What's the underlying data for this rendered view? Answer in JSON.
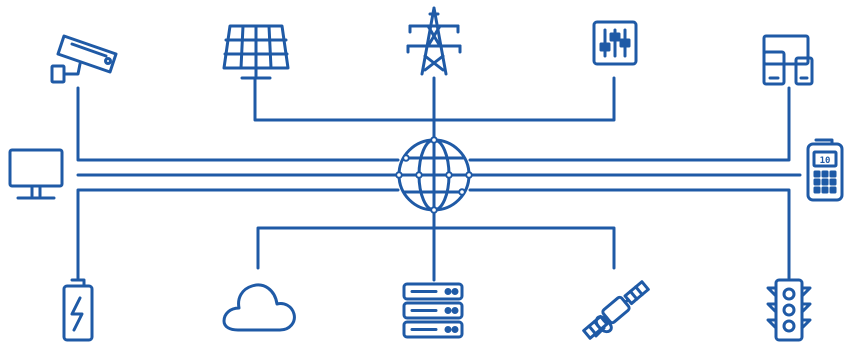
{
  "theme": {
    "primary": "#1f5aa6",
    "background": "#ffffff"
  },
  "hub": {
    "icon": "globe-icon"
  },
  "nodes": [
    {
      "id": "cctv",
      "icon": "security-camera-icon"
    },
    {
      "id": "solar",
      "icon": "solar-panel-icon"
    },
    {
      "id": "tower",
      "icon": "power-tower-icon"
    },
    {
      "id": "controls",
      "icon": "control-panel-icon"
    },
    {
      "id": "devices",
      "icon": "devices-icon"
    },
    {
      "id": "monitor",
      "icon": "monitor-icon"
    },
    {
      "id": "pos",
      "icon": "card-terminal-icon"
    },
    {
      "id": "battery",
      "icon": "battery-icon"
    },
    {
      "id": "cloud",
      "icon": "cloud-icon"
    },
    {
      "id": "servers",
      "icon": "server-rack-icon"
    },
    {
      "id": "satellite",
      "icon": "satellite-icon"
    },
    {
      "id": "traffic",
      "icon": "traffic-light-icon"
    }
  ],
  "terminal_display": {
    "text": "10"
  }
}
